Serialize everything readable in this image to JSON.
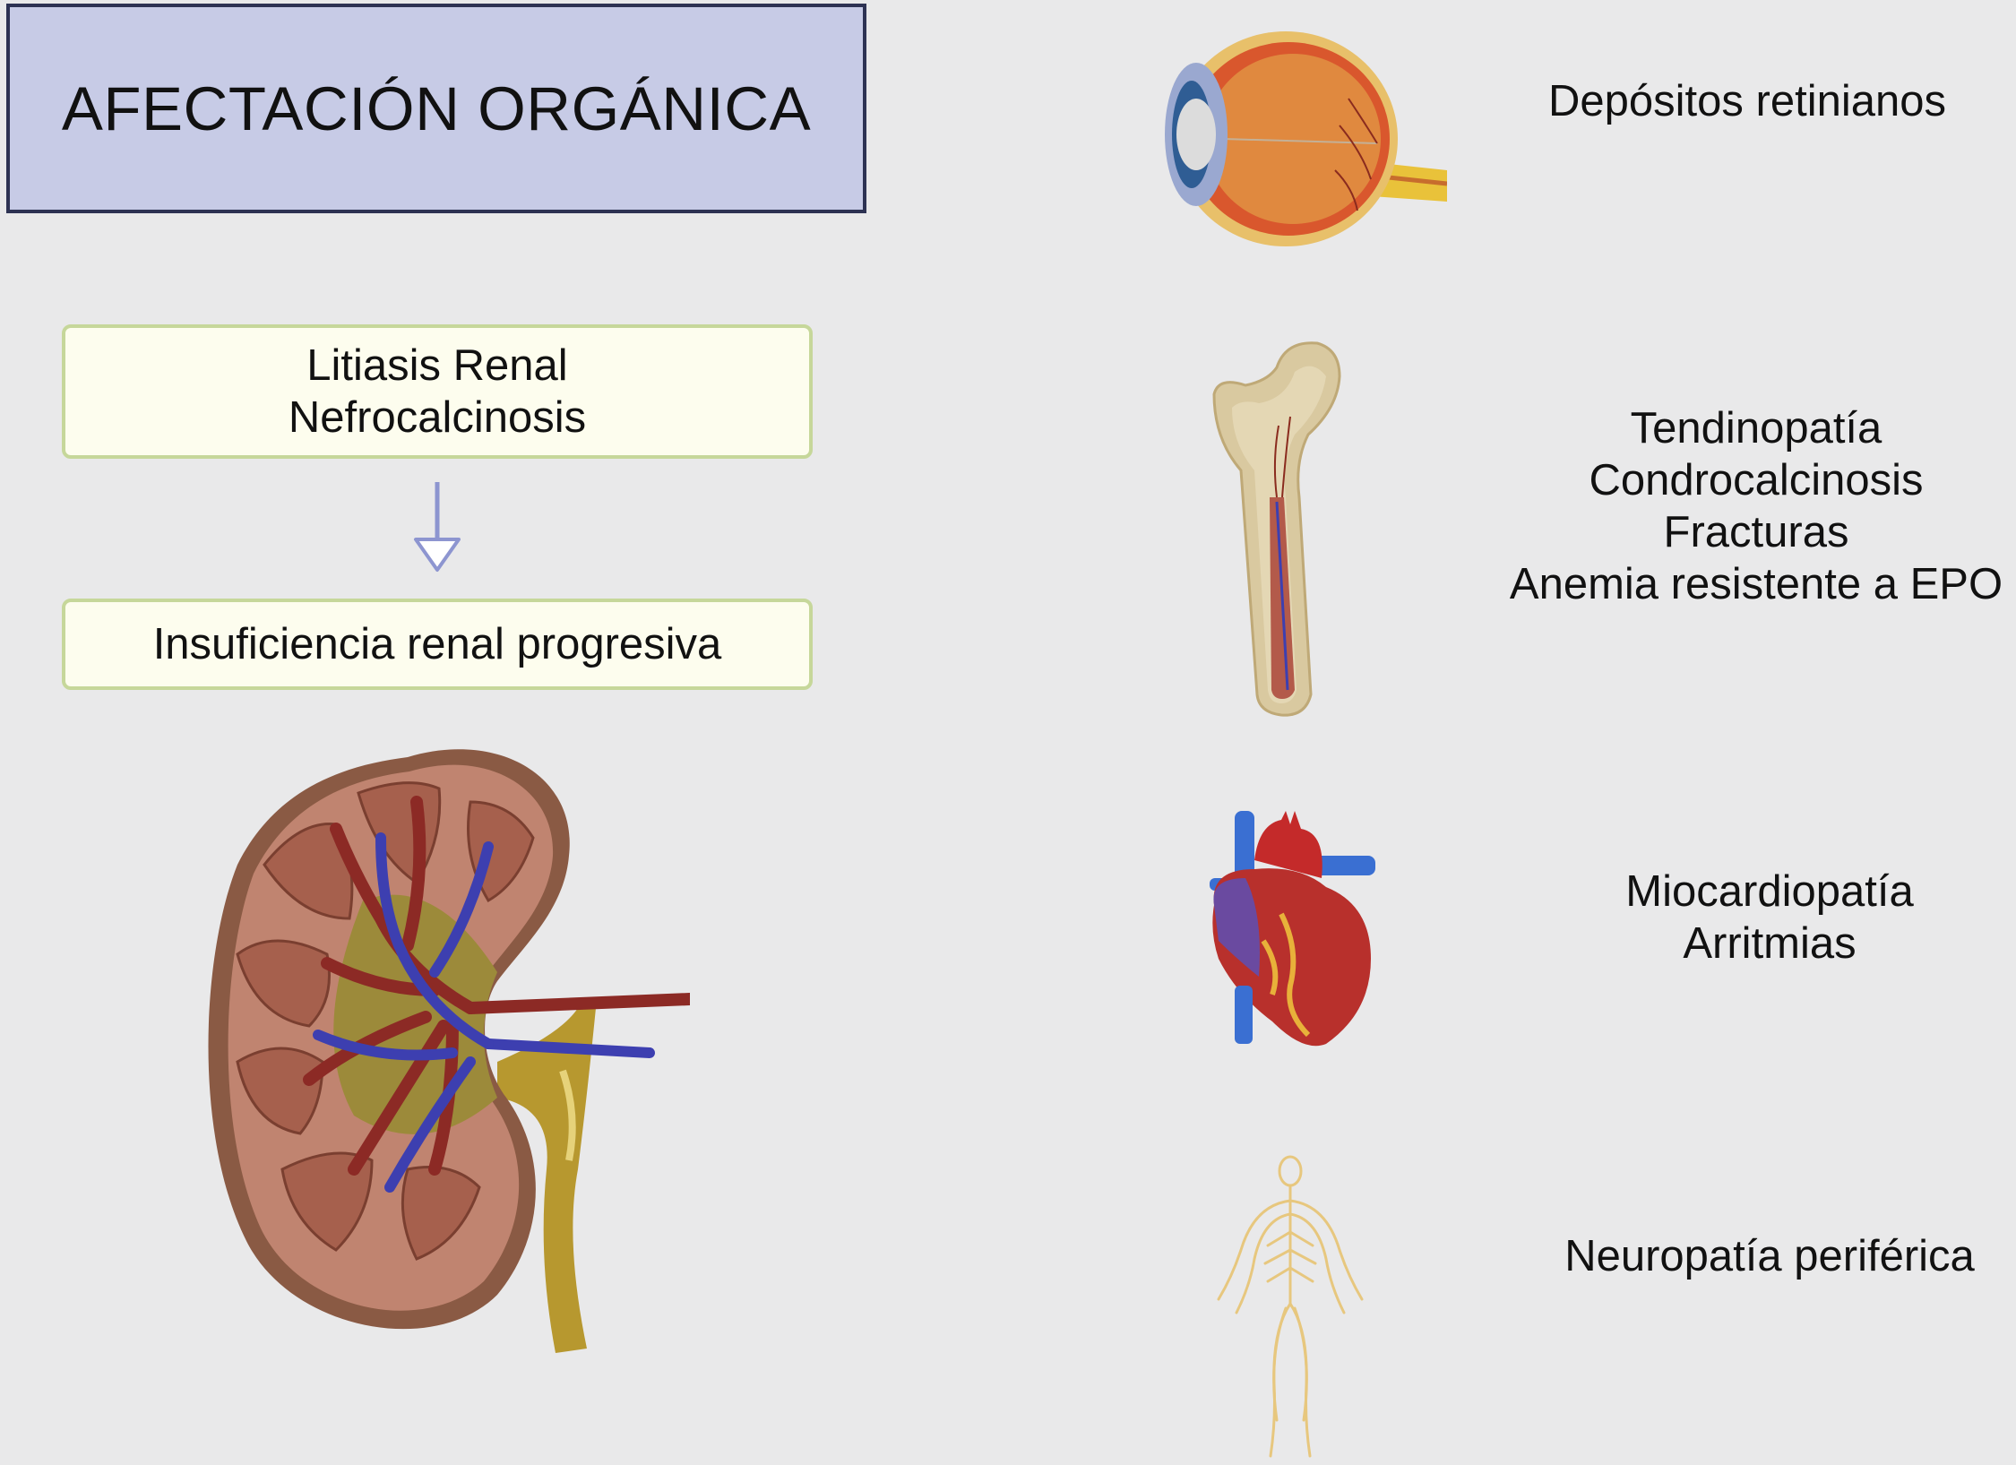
{
  "title": "AFECTACIÓN ORGÁNICA",
  "left_boxes": [
    {
      "lines": [
        "Litiasis Renal",
        "Nefrocalcinosis"
      ]
    },
    {
      "lines": [
        "Insuficiencia renal progresiva"
      ]
    }
  ],
  "organs": [
    {
      "icon": "eye-icon",
      "lines": [
        "Depósitos retinianos"
      ]
    },
    {
      "icon": "bone-icon",
      "lines": [
        "Tendinopatía",
        "Condrocalcinosis",
        "Fracturas",
        "Anemia resistente a EPO"
      ]
    },
    {
      "icon": "heart-icon",
      "lines": [
        "Miocardiopatía",
        "Arritmias"
      ]
    },
    {
      "icon": "nervous-system-icon",
      "lines": [
        "Neuropatía periférica"
      ]
    }
  ],
  "colors": {
    "background": "#e9e9ea",
    "title_fill": "#c7cbe6",
    "title_border": "#2d3253",
    "box_fill": "#fdfdee",
    "box_border": "#c6d79a",
    "arrow": "#8d95d0"
  }
}
